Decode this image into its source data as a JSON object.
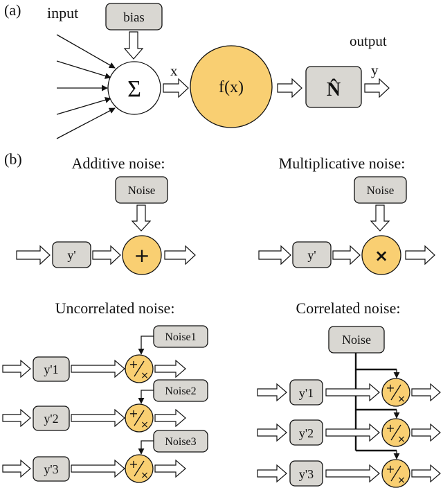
{
  "panel_a": {
    "tag": "(a)",
    "input_label": "input",
    "bias_label": "bias",
    "sum_symbol": "Σ",
    "x_label": "x",
    "fx_label": "f(x)",
    "output_label": "output",
    "noise_op_label": "N̂",
    "y_label": "y"
  },
  "panel_b": {
    "tag": "(b)",
    "additive": {
      "title": "Additive noise:",
      "noise": "Noise",
      "y": "y'",
      "op": "+"
    },
    "multiplicative": {
      "title": "Multiplicative noise:",
      "noise": "Noise",
      "y": "y'",
      "op": "×"
    },
    "uncorrelated": {
      "title": "Uncorrelated noise:",
      "rows": [
        {
          "y": "y'1",
          "noise": "Noise1"
        },
        {
          "y": "y'2",
          "noise": "Noise2"
        },
        {
          "y": "y'3",
          "noise": "Noise3"
        }
      ]
    },
    "correlated": {
      "title": "Correlated noise:",
      "noise": "Noise",
      "rows": [
        {
          "y": "y'1"
        },
        {
          "y": "y'2"
        },
        {
          "y": "y'3"
        }
      ]
    },
    "op_plus": "+",
    "op_times": "×"
  },
  "colors": {
    "node_fill": "#f9cf72",
    "box_fill": "#d9d7d2",
    "stroke": "#111111"
  }
}
